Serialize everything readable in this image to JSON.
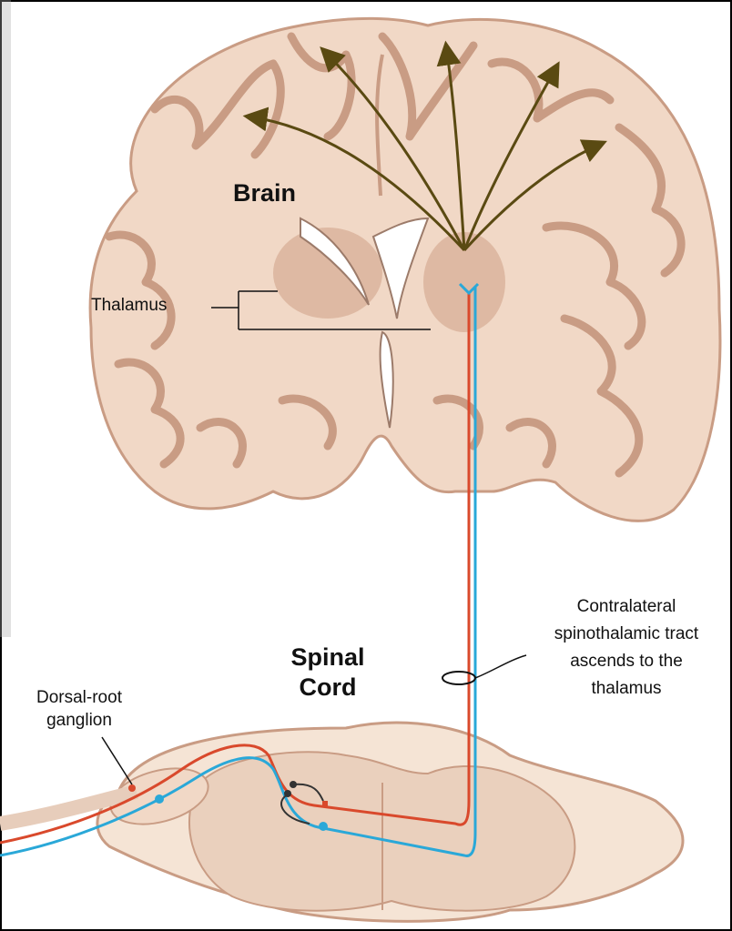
{
  "labels": {
    "brain": "Brain",
    "thalamus": "Thalamus",
    "spinal_cord_line1": "Spinal",
    "spinal_cord_line2": "Cord",
    "drg_line1": "Dorsal-root",
    "drg_line2": "ganglion",
    "tract_line1": "Contralateral",
    "tract_line2": "spinothalamic tract",
    "tract_line3": "ascends to the",
    "tract_line4": "thalamus"
  },
  "colors": {
    "tissue": "#f1d8c6",
    "gyrus_outline": "#c99c84",
    "deep_gray": "#dbb49c",
    "ventricle": "#ffffff",
    "nerve_red": "#d9492c",
    "nerve_blue": "#2aa8d8",
    "arrow_brown": "#5a4a12",
    "frame": "#000000"
  }
}
